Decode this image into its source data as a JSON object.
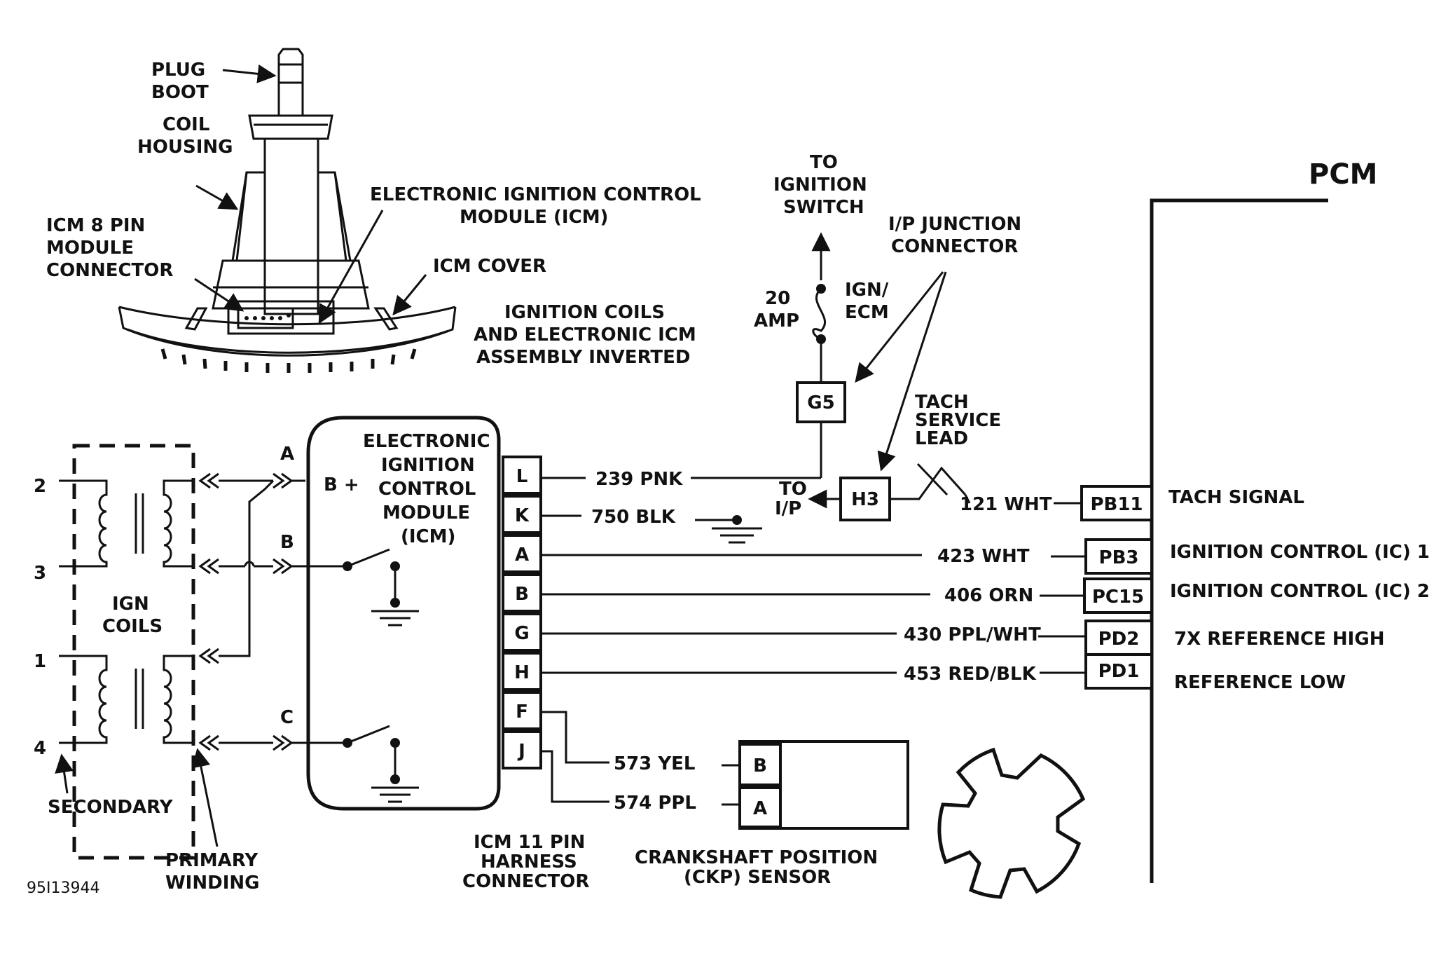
{
  "assembly": {
    "plug_boot": [
      "PLUG",
      "BOOT"
    ],
    "coil_housing": [
      "COIL",
      "HOUSING"
    ],
    "icm_connector": [
      "ICM 8 PIN",
      "MODULE",
      "CONNECTOR"
    ],
    "icm_title": [
      "ELECTRONIC IGNITION CONTROL",
      "MODULE (ICM)"
    ],
    "icm_cover": "ICM COVER",
    "inverted_note": [
      "IGNITION COILS",
      "AND ELECTRONIC ICM",
      "ASSEMBLY INVERTED"
    ]
  },
  "ignition_feed": {
    "to_switch": [
      "TO",
      "IGNITION",
      "SWITCH"
    ],
    "fuse_rating": [
      "20",
      "AMP"
    ],
    "fuse_name": [
      "IGN/",
      "ECM"
    ],
    "junction": [
      "I/P JUNCTION",
      "CONNECTOR"
    ],
    "g5": "G5",
    "h3": "H3",
    "to_ip": [
      "TO",
      "I/P"
    ],
    "tach_lead": [
      "TACH",
      "SERVICE",
      "LEAD"
    ]
  },
  "pcm": {
    "title": "PCM",
    "pins": [
      {
        "pin": "PB11",
        "wire": "121 WHT",
        "signal": "TACH SIGNAL"
      },
      {
        "pin": "PB3",
        "wire": "423 WHT",
        "signal": "IGNITION CONTROL (IC) 1"
      },
      {
        "pin": "PC15",
        "wire": "406 ORN",
        "signal": "IGNITION CONTROL (IC) 2"
      },
      {
        "pin": "PD2",
        "wire": "430 PPL/WHT",
        "signal": "7X REFERENCE HIGH"
      },
      {
        "pin": "PD1",
        "wire": "453 RED/BLK",
        "signal": "REFERENCE LOW"
      }
    ]
  },
  "coils": {
    "label": [
      "IGN",
      "COILS"
    ],
    "terminals": [
      "2",
      "3",
      "1",
      "4"
    ],
    "secondary": "SECONDARY",
    "primary": [
      "PRIMARY",
      "WINDING"
    ]
  },
  "icm": {
    "title": [
      "ELECTRONIC",
      "IGNITION",
      "CONTROL",
      "MODULE",
      "(ICM)"
    ],
    "bplus": "B +",
    "inputs": [
      "A",
      "B",
      "C"
    ],
    "pins": [
      "L",
      "K",
      "A",
      "B",
      "G",
      "H",
      "F",
      "J"
    ],
    "wires": {
      "L": "239 PNK",
      "K": "750 BLK",
      "F": "573 YEL",
      "J": "574 PPL"
    },
    "harness": [
      "ICM 11 PIN",
      "HARNESS",
      "CONNECTOR"
    ]
  },
  "ckp": {
    "pins": [
      "B",
      "A"
    ],
    "label": [
      "CRANKSHAFT POSITION",
      "(CKP) SENSOR"
    ]
  },
  "figure_id": "95I13944"
}
